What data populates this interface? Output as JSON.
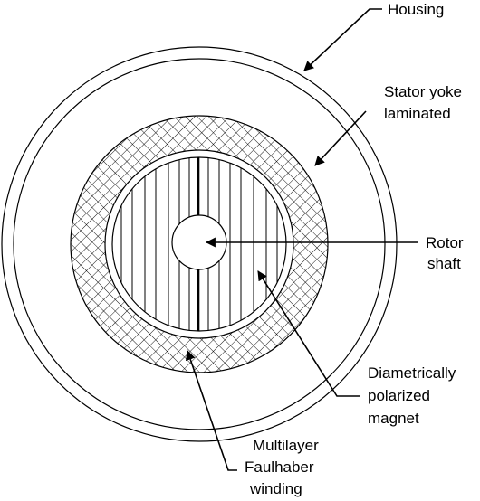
{
  "labels": {
    "housing": "Housing",
    "stator_line1": "Stator yoke",
    "stator_line2": "laminated",
    "rotor_line1": "Rotor",
    "rotor_line2": "shaft",
    "magnet_line1": "Diametrically",
    "magnet_line2": "polarized",
    "magnet_line3": "magnet",
    "winding_line1": "Multilayer",
    "winding_line2": "Faulhaber",
    "winding_line3": "winding"
  },
  "colors": {
    "stroke": "#000000",
    "background": "#ffffff"
  }
}
